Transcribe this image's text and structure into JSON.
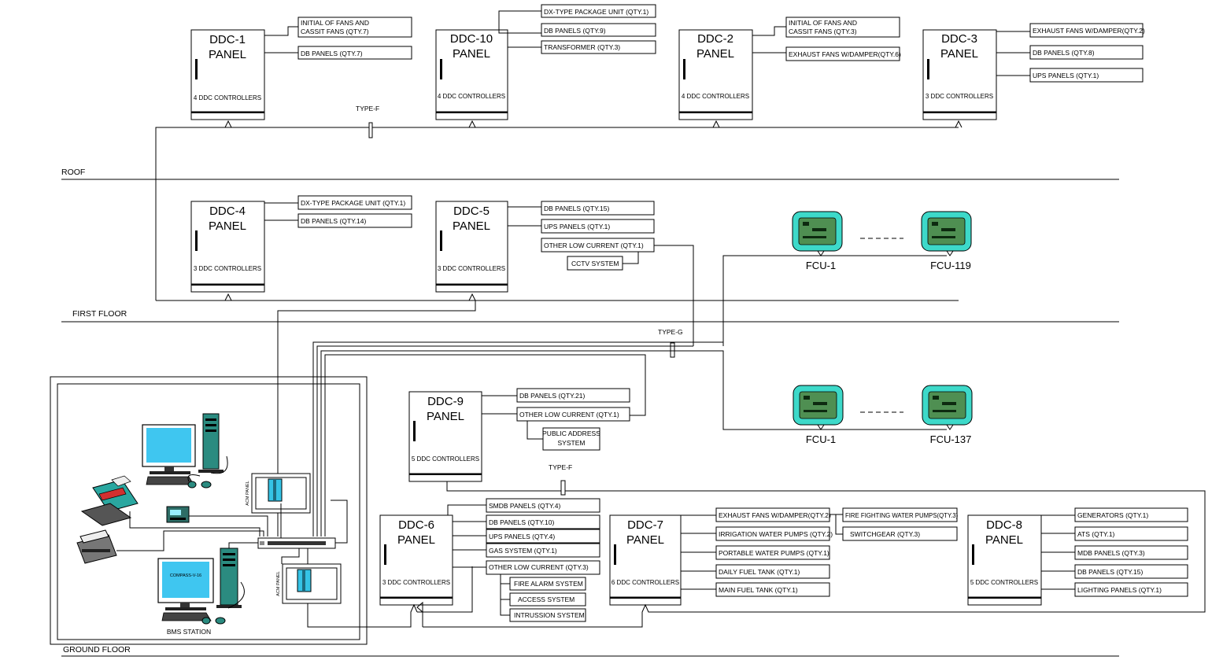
{
  "floors": {
    "roof": "ROOF",
    "first": "FIRST FLOOR",
    "ground": "GROUND FLOOR"
  },
  "cable_types": {
    "roof": "TYPE-F",
    "first": "TYPE-G",
    "ground": "TYPE-F"
  },
  "panels": {
    "ddc1": {
      "name": "DDC-1",
      "sub": "PANEL",
      "controllers": "4 DDC CONTROLLERS",
      "items": [
        "INITIAL OF FANS AND",
        "CASSIT FANS (QTY.7)",
        "DB PANELS (QTY.7)"
      ]
    },
    "ddc10": {
      "name": "DDC-10",
      "sub": "PANEL",
      "controllers": "4 DDC CONTROLLERS",
      "items": [
        "DX-TYPE PACKAGE UNIT (QTY.1)",
        "DB PANELS (QTY.9)",
        "TRANSFORMER (QTY.3)"
      ]
    },
    "ddc2": {
      "name": "DDC-2",
      "sub": "PANEL",
      "controllers": "4 DDC CONTROLLERS",
      "items": [
        "INITIAL OF FANS AND",
        "CASSIT FANS (QTY.3)",
        "EXHAUST FANS W/DAMPER(QTY.6)"
      ]
    },
    "ddc3": {
      "name": "DDC-3",
      "sub": "PANEL",
      "controllers": "3 DDC CONTROLLERS",
      "items": [
        "EXHAUST FANS W/DAMPER(QTY.2)",
        "DB PANELS (QTY.8)",
        "UPS PANELS (QTY.1)"
      ]
    },
    "ddc4": {
      "name": "DDC-4",
      "sub": "PANEL",
      "controllers": "3 DDC CONTROLLERS",
      "items": [
        "DX-TYPE PACKAGE UNIT (QTY.1)",
        "DB PANELS (QTY.14)"
      ]
    },
    "ddc5": {
      "name": "DDC-5",
      "sub": "PANEL",
      "controllers": "3 DDC CONTROLLERS",
      "items": [
        "DB PANELS (QTY.15)",
        "UPS PANELS (QTY.1)",
        "OTHER LOW CURRENT (QTY.1)",
        "CCTV SYSTEM"
      ]
    },
    "ddc9": {
      "name": "DDC-9",
      "sub": "PANEL",
      "controllers": "5 DDC CONTROLLERS",
      "items": [
        "DB PANELS (QTY.21)",
        "OTHER LOW CURRENT (QTY.1)",
        "PUBLIC ADDRESS",
        "SYSTEM"
      ]
    },
    "ddc6": {
      "name": "DDC-6",
      "sub": "PANEL",
      "controllers": "3 DDC CONTROLLERS",
      "items": [
        "SMDB PANELS (QTY.4)",
        "DB PANELS (QTY.10)",
        "UPS PANELS (QTY.4)",
        "GAS SYSTEM (QTY.1)",
        "OTHER LOW CURRENT (QTY.3)",
        "FIRE ALARM SYSTEM",
        "ACCESS SYSTEM",
        "INTRUSSION SYSTEM"
      ]
    },
    "ddc7": {
      "name": "DDC-7",
      "sub": "PANEL",
      "controllers": "6 DDC CONTROLLERS",
      "items": [
        "EXHAUST FANS W/DAMPER(QTY.2)",
        "IRRIGATION WATER PUMPS (QTY.2)",
        "PORTABLE WATER PUMPS (QTY.1)",
        "DAILY FUEL TANK (QTY.1)",
        "MAIN FUEL TANK (QTY.1)",
        "FIRE FIGHTING WATER PUMPS(QTY.3)",
        "SWITCHGEAR (QTY.3)"
      ]
    },
    "ddc8": {
      "name": "DDC-8",
      "sub": "PANEL",
      "controllers": "5 DDC CONTROLLERS",
      "items": [
        "GENERATORS (QTY.1)",
        "ATS (QTY.1)",
        "MDB PANELS (QTY.3)",
        "DB PANELS (QTY.15)",
        "LIGHTING PANELS (QTY.1)"
      ]
    }
  },
  "fcus": {
    "row1_start": "FCU-1",
    "row1_end": "FCU-119",
    "row2_start": "FCU-1",
    "row2_end": "FCU-137"
  },
  "bms": {
    "station_label": "BMS STATION",
    "monitor_text": "COMPASS-V-16",
    "acm_label_1": "ACM PANEL",
    "acm_label_2": "ACM PANEL"
  },
  "colors": {
    "fcu_fill": "#3dd9c9",
    "fcu_screen": "#4f8f52",
    "monitor": "#3fc6f0",
    "printer": "#2aa7a0",
    "acm_module": "#35c3e6"
  }
}
